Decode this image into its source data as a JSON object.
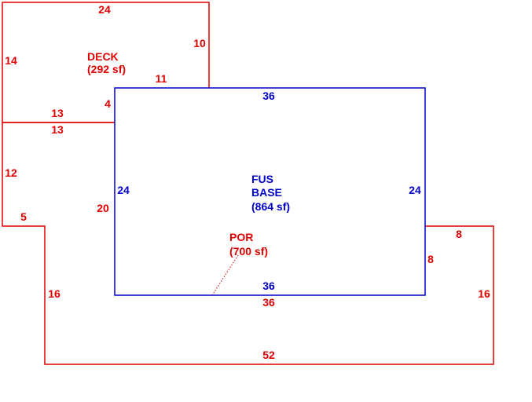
{
  "colors": {
    "red": "#e00000",
    "blue": "#0000cc",
    "background": "#ffffff"
  },
  "deck": {
    "name": "DECK",
    "area": "(292 sf)",
    "dims": {
      "top": "24",
      "left": "14",
      "right": "10",
      "step": "11",
      "inner": "4",
      "bottom": "13"
    }
  },
  "base": {
    "line1": "FUS",
    "line2": "BASE",
    "area": "(864 sf)",
    "dims": {
      "top": "36",
      "left": "24",
      "right": "24",
      "bottom": "36"
    }
  },
  "porch": {
    "name": "POR",
    "area": "(700 sf)",
    "dims": {
      "top": "13",
      "left_upper": "12",
      "left_step": "5",
      "inner_left": "20",
      "left_lower": "16",
      "bottom": "52",
      "right_lower": "16",
      "right_step": "8",
      "right_upper": "8",
      "base_bottom": "36"
    }
  }
}
